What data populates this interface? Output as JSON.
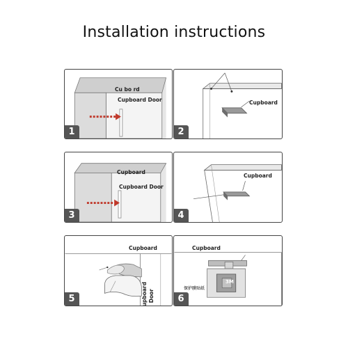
{
  "title": "Installation instructions",
  "steps": [
    {
      "number": "1",
      "labels": {
        "cupboard": "Cu bo rd",
        "door": "Cupboard Door"
      }
    },
    {
      "number": "2",
      "labels": {
        "cupboard": "Cupboard"
      }
    },
    {
      "number": "3",
      "labels": {
        "cupboard": "Cupboard",
        "door": "Cupboard Door"
      }
    },
    {
      "number": "4",
      "labels": {
        "cupboard": "Cupboard"
      }
    },
    {
      "number": "5",
      "labels": {
        "cupboard": "Cupboard",
        "door_line1": "Cupboard",
        "door_line2": "Door"
      }
    },
    {
      "number": "6",
      "labels": {
        "cupboard": "Cupboard",
        "tape_text": "3M",
        "side_text": "保护膜贴纸"
      }
    }
  ],
  "colors": {
    "panel_border": "#444444",
    "badge": "#555555",
    "arrow": "#c0392b",
    "line": "#555555"
  }
}
